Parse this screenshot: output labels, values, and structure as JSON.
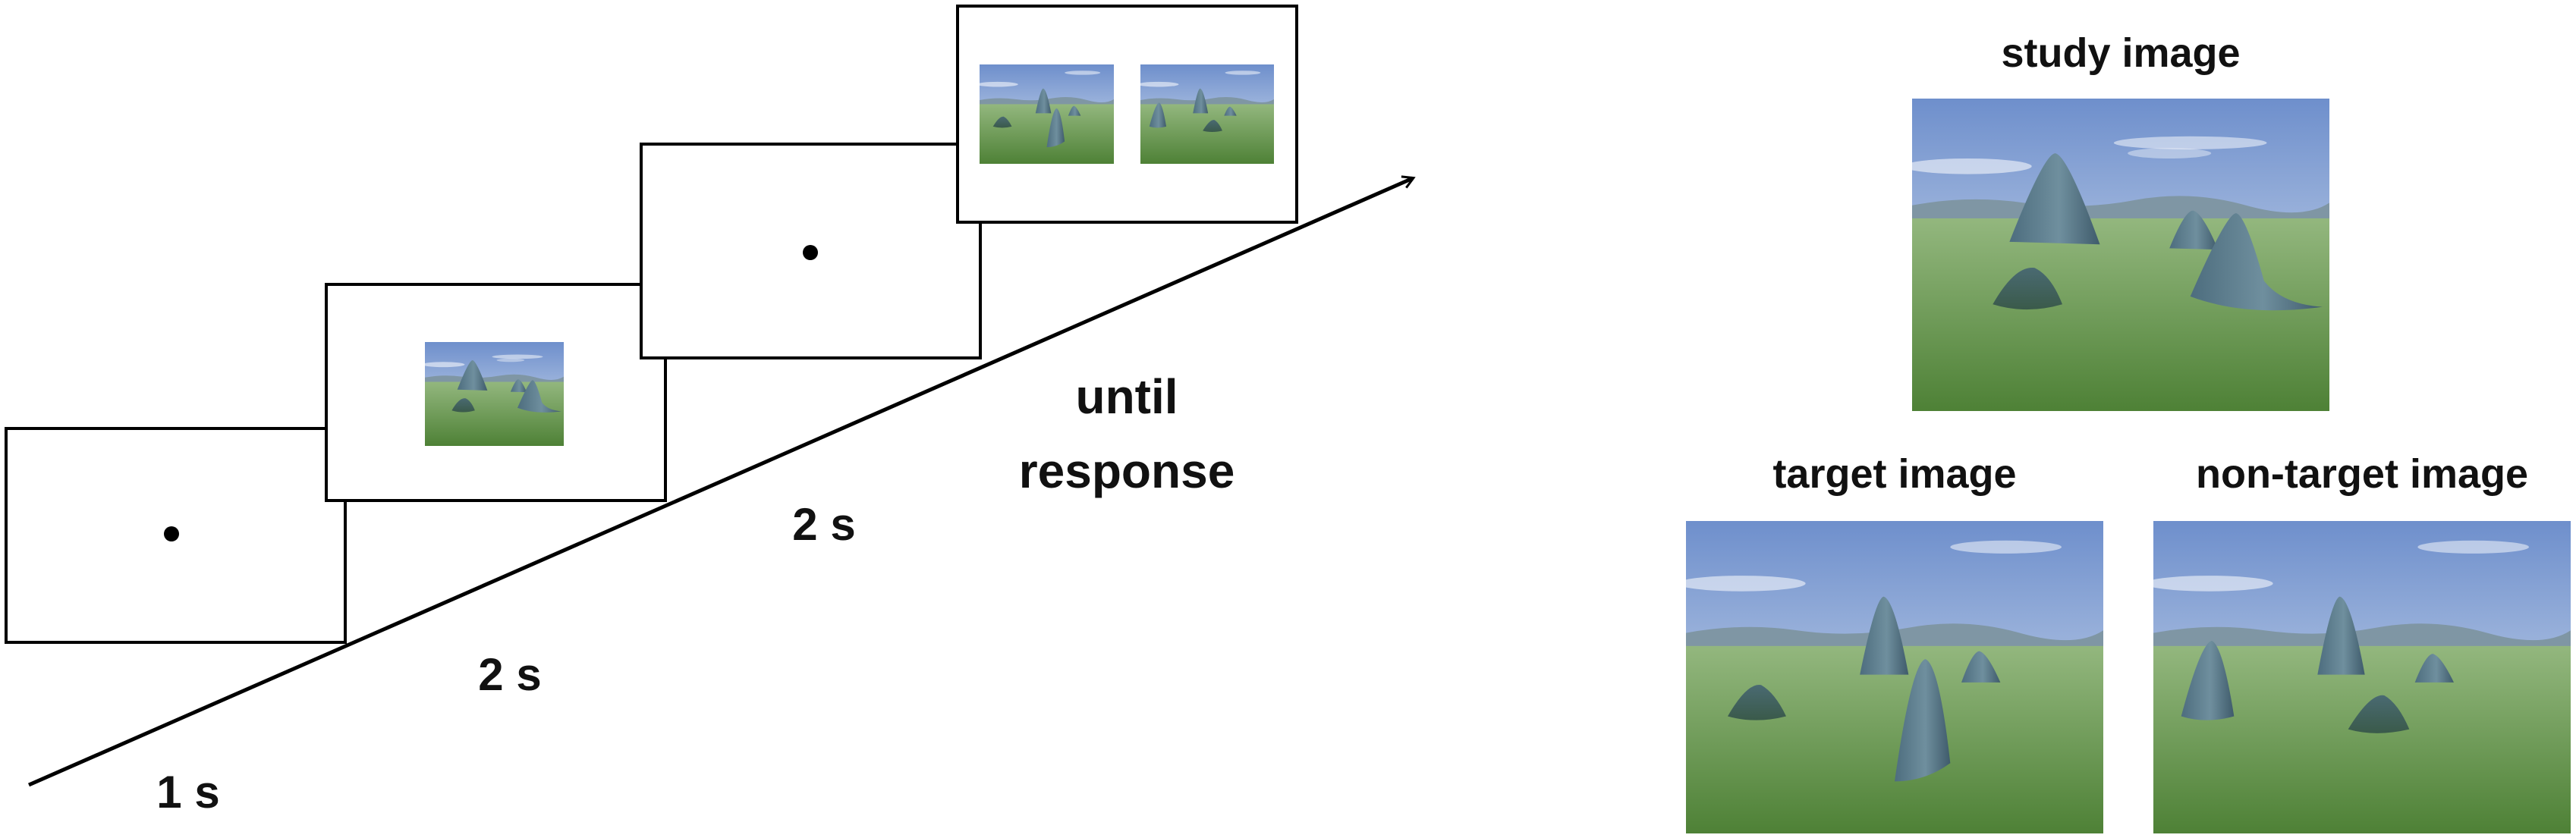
{
  "timeline": {
    "durations": [
      "1 s",
      "2 s",
      "2 s"
    ],
    "final_label_line1": "until",
    "final_label_line2": "response"
  },
  "panels": {
    "study_label": "study image",
    "target_label": "target image",
    "nontarget_label": "non-target image"
  },
  "colors": {
    "line": "#000000",
    "frame_fill": "#ffffff",
    "sky_top": "#6e8fcc",
    "sky_bottom": "#dfe8f2",
    "ground_top": "#93b77e",
    "ground_bottom": "#4e8136",
    "mountain": "#5d7d8e"
  }
}
